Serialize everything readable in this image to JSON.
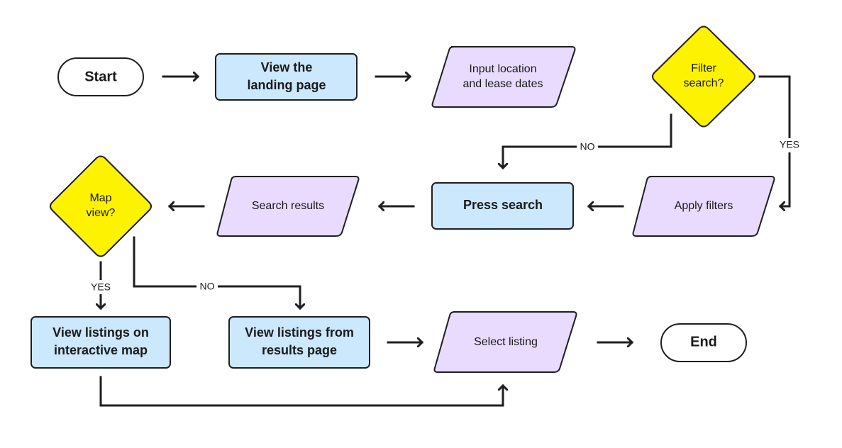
{
  "colors": {
    "process_fill": "#cce8fd",
    "io_fill": "#e8dbfd",
    "decision_fill": "#fdf300",
    "terminal_fill": "#ffffff",
    "line": "#1f1f1f"
  },
  "nodes": {
    "start": "Start",
    "landing_1": "View the",
    "landing_2": "landing page",
    "input_1": "Input location",
    "input_2": "and lease dates",
    "filter_1": "Filter",
    "filter_2": "search?",
    "apply_filters": "Apply filters",
    "press_search": "Press search",
    "search_results": "Search results",
    "map_1": "Map",
    "map_2": "view?",
    "map_listings_1": "View listings on",
    "map_listings_2": "interactive map",
    "results_listings_1": "View listings from",
    "results_listings_2": "results page",
    "select_listing": "Select listing",
    "end": "End"
  },
  "edge_labels": {
    "filter_no": "NO",
    "filter_yes": "YES",
    "map_yes": "YES",
    "map_no": "NO"
  }
}
